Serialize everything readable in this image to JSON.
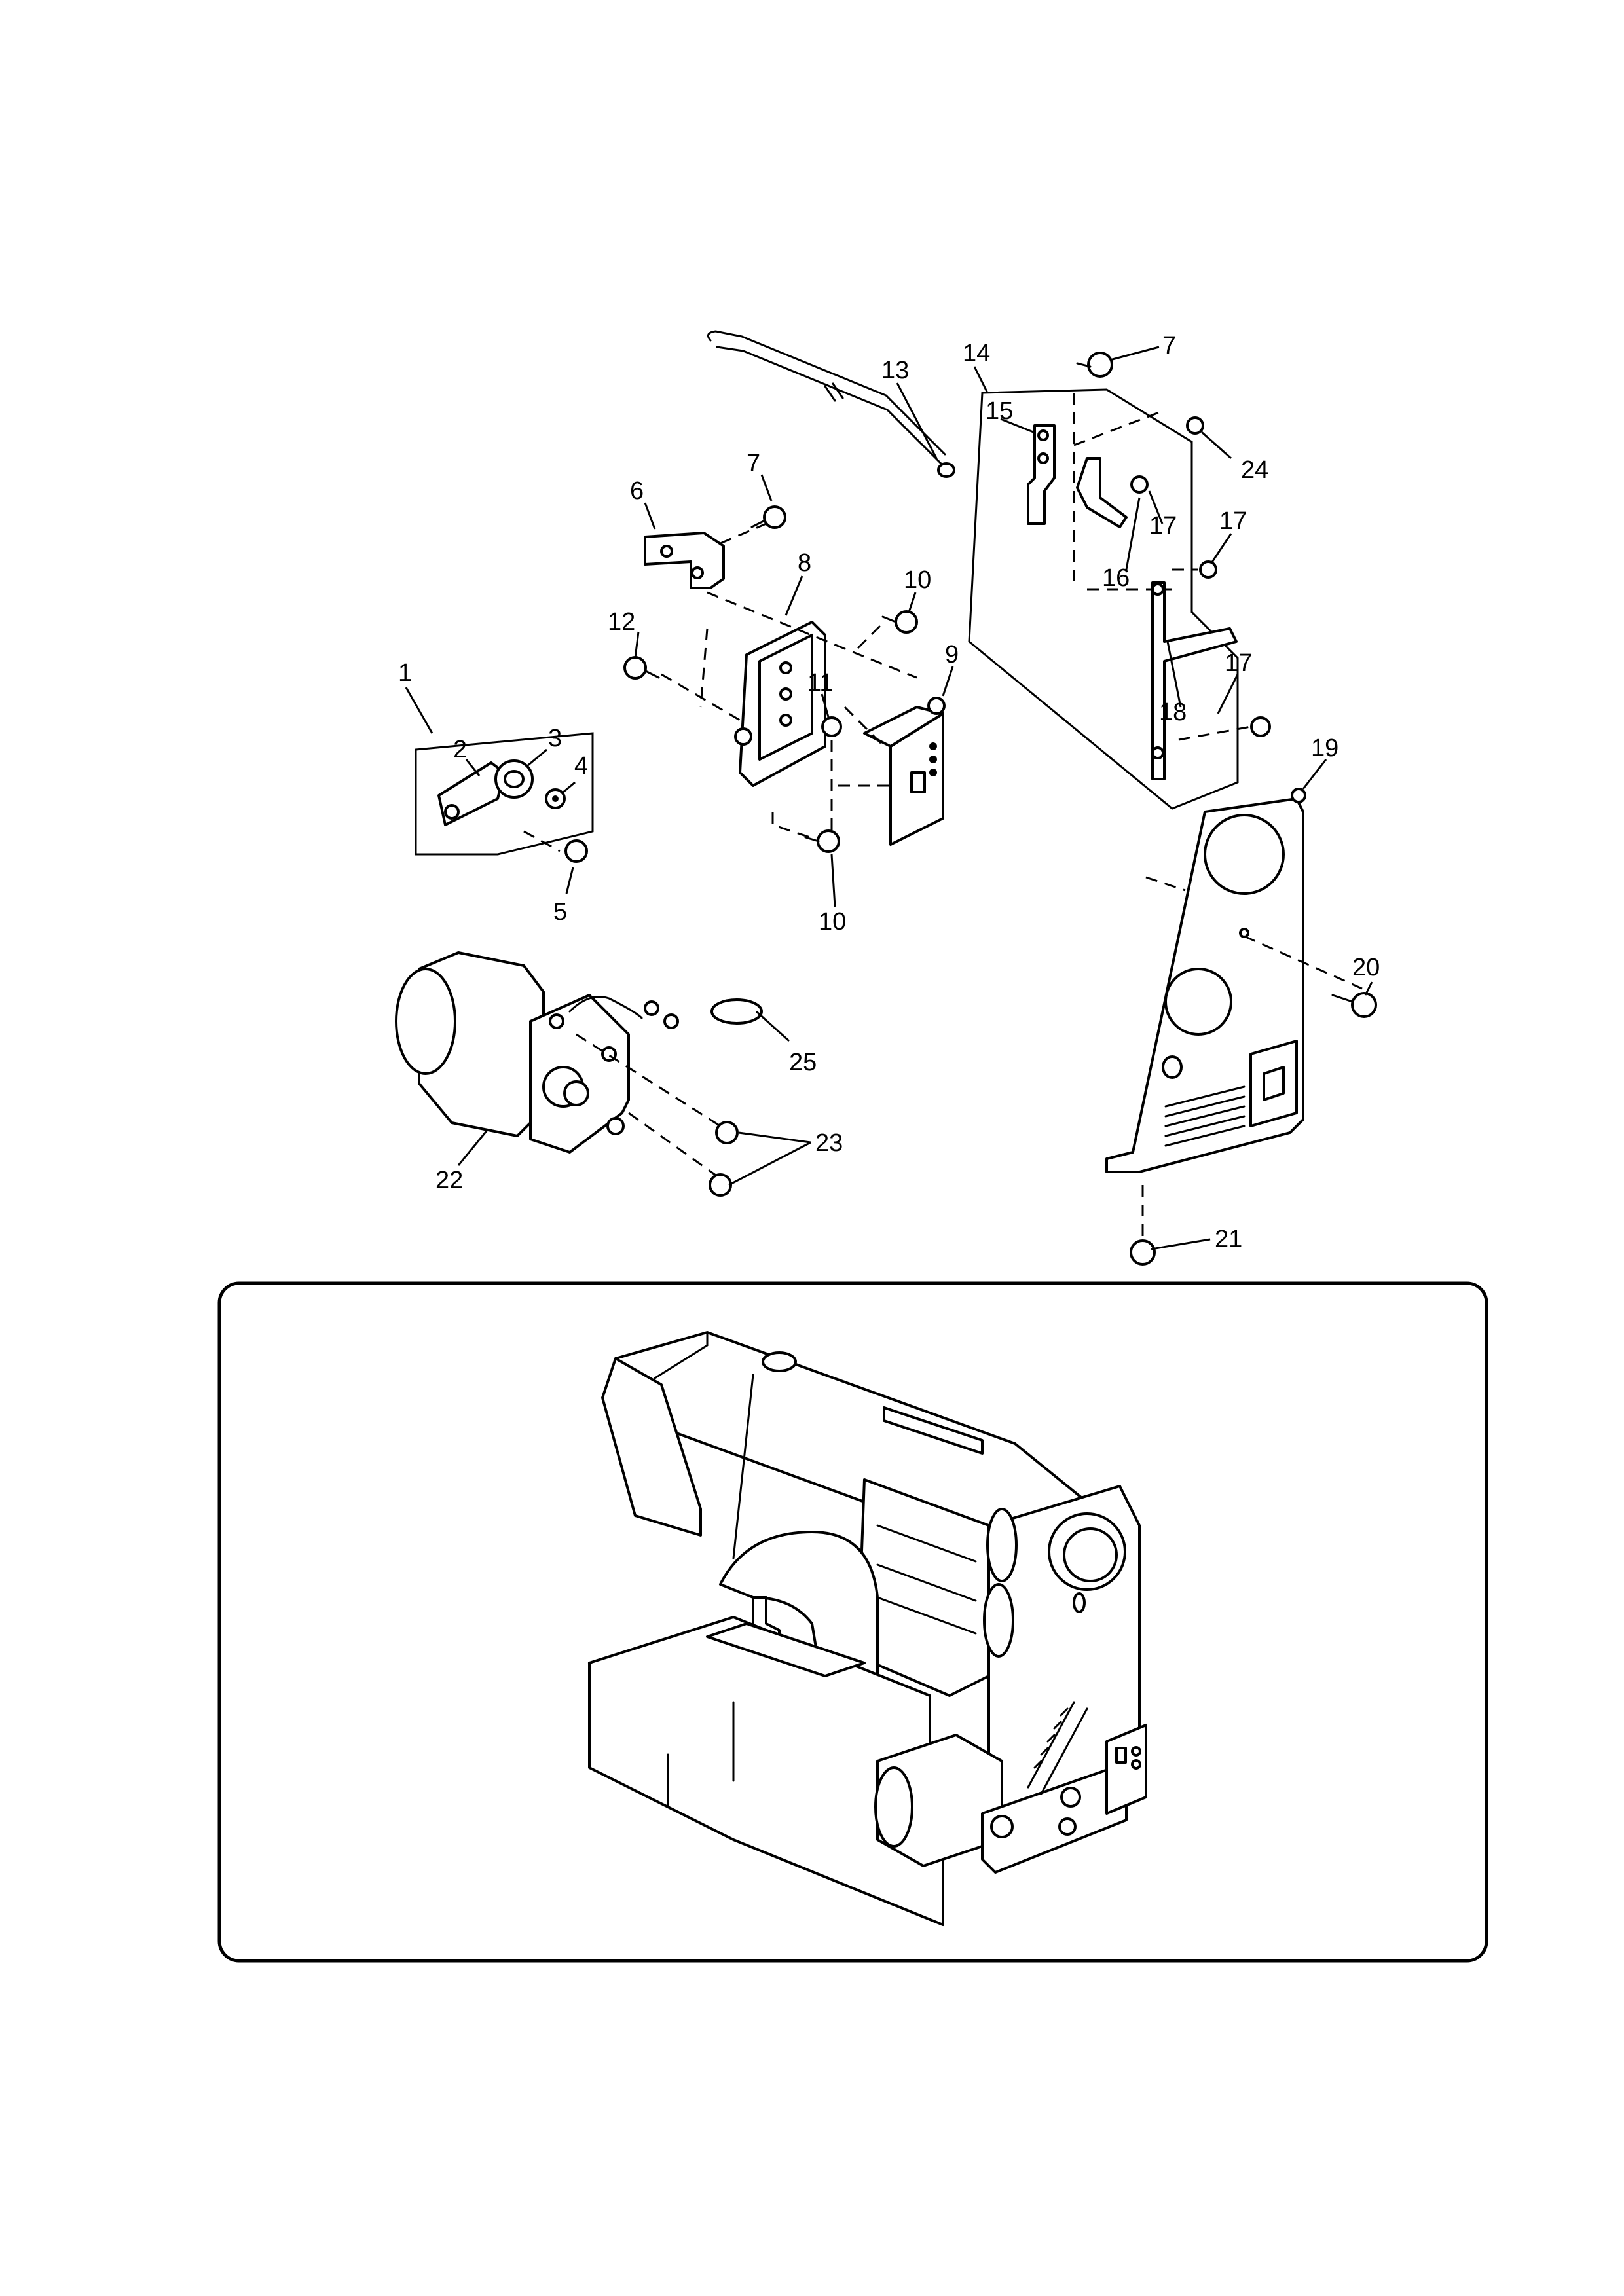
{
  "parts": {
    "p1": "1",
    "p2": "2",
    "p3": "3",
    "p4": "4",
    "p5": "5",
    "p6": "6",
    "p7a": "7",
    "p7b": "7",
    "p8": "8",
    "p9": "9",
    "p10a": "10",
    "p10b": "10",
    "p11": "11",
    "p12": "12",
    "p13": "13",
    "p14": "14",
    "p15": "15",
    "p16": "16",
    "p17a": "17",
    "p17b": "17",
    "p17c": "17",
    "p18": "18",
    "p19": "19",
    "p20": "20",
    "p21": "21",
    "p22": "22",
    "p23": "23",
    "p24": "24",
    "p25": "25"
  }
}
